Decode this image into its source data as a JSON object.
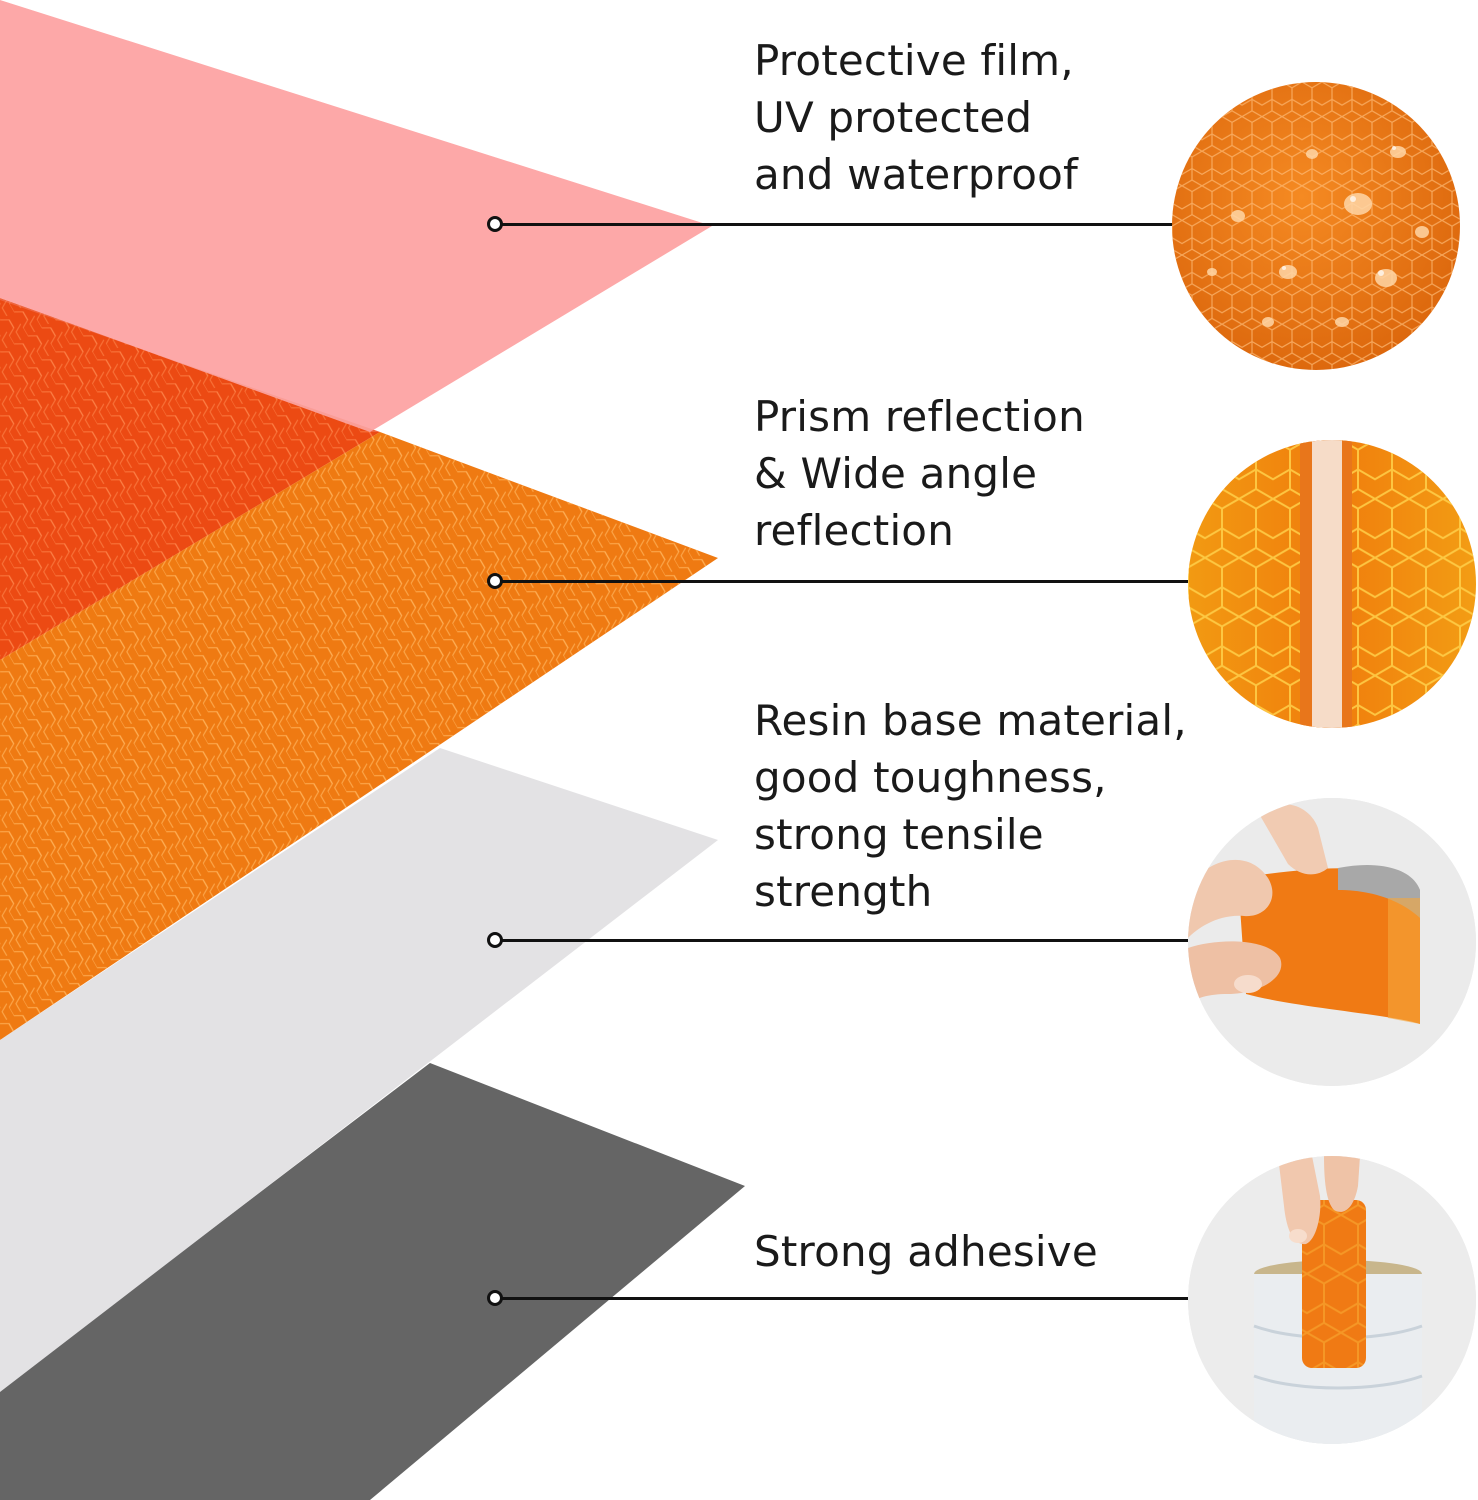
{
  "colors": {
    "protective_film": "#fda8a8",
    "prism_red": "#ec4a13",
    "prism_orange": "#ef7a12",
    "resin_base": "#e3e2e4",
    "adhesive": "#656565",
    "leader": "#111111",
    "text": "#1a1a1a"
  },
  "layers": [
    {
      "lines": [
        "Protective film,",
        "UV protected",
        "and waterproof"
      ],
      "thumbnail_icon": "water-droplets-on-reflective-film"
    },
    {
      "lines": [
        "Prism reflection",
        "& Wide angle",
        "reflection"
      ],
      "thumbnail_icon": "honeycomb-prism-closeup"
    },
    {
      "lines": [
        "Resin base material,",
        "good toughness,",
        "strong tensile",
        "strength"
      ],
      "thumbnail_icon": "hand-bending-reflective-strip"
    },
    {
      "lines": [
        "Strong adhesive"
      ],
      "thumbnail_icon": "reflective-strip-on-jar"
    }
  ]
}
